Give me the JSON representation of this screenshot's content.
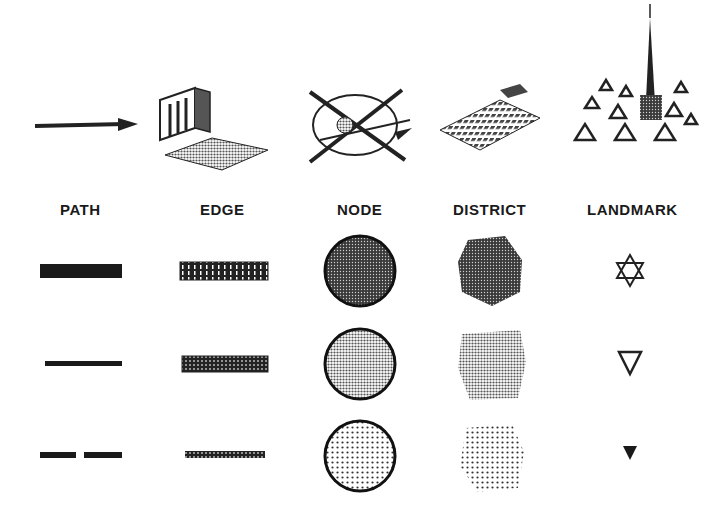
{
  "diagram": {
    "labels": [
      "PATH",
      "EDGE",
      "NODE",
      "DISTRICT",
      "LANDMARK"
    ]
  }
}
